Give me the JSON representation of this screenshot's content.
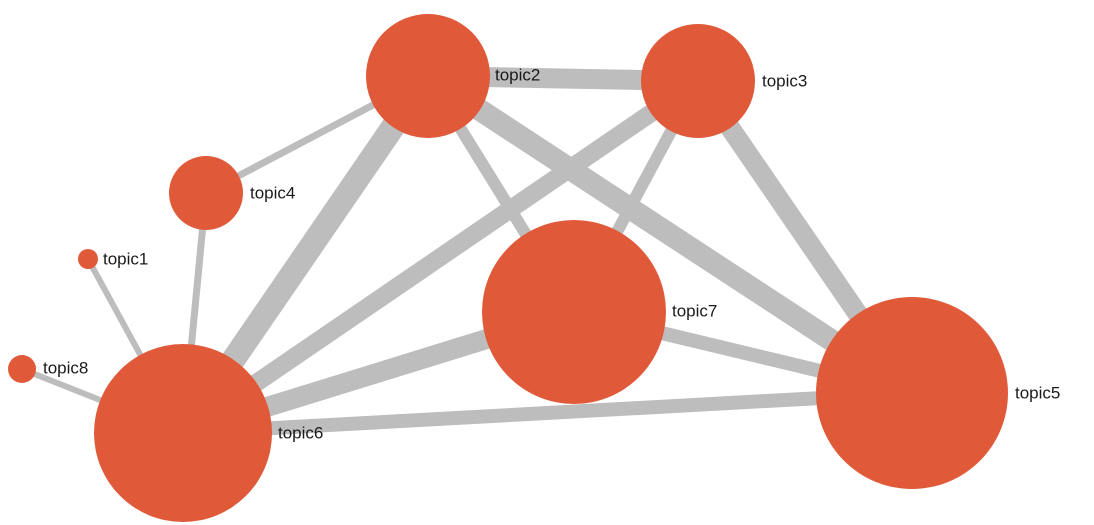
{
  "colors": {
    "node_fill": "#E05A3A",
    "edge_stroke": "#BDBDBD",
    "label_text": "#1A1A1A",
    "background": "#FFFFFF"
  },
  "nodes": [
    {
      "id": "topic1",
      "label": "topic1"
    },
    {
      "id": "topic2",
      "label": "topic2"
    },
    {
      "id": "topic3",
      "label": "topic3"
    },
    {
      "id": "topic4",
      "label": "topic4"
    },
    {
      "id": "topic5",
      "label": "topic5"
    },
    {
      "id": "topic6",
      "label": "topic6"
    },
    {
      "id": "topic7",
      "label": "topic7"
    },
    {
      "id": "topic8",
      "label": "topic8"
    }
  ],
  "edges": [
    {
      "source": "topic2",
      "target": "topic3"
    },
    {
      "source": "topic2",
      "target": "topic4"
    },
    {
      "source": "topic2",
      "target": "topic6"
    },
    {
      "source": "topic2",
      "target": "topic5"
    },
    {
      "source": "topic2",
      "target": "topic7"
    },
    {
      "source": "topic3",
      "target": "topic6"
    },
    {
      "source": "topic3",
      "target": "topic5"
    },
    {
      "source": "topic3",
      "target": "topic7"
    },
    {
      "source": "topic4",
      "target": "topic6"
    },
    {
      "source": "topic1",
      "target": "topic6"
    },
    {
      "source": "topic8",
      "target": "topic6"
    },
    {
      "source": "topic6",
      "target": "topic7"
    },
    {
      "source": "topic6",
      "target": "topic5"
    },
    {
      "source": "topic7",
      "target": "topic5"
    }
  ]
}
